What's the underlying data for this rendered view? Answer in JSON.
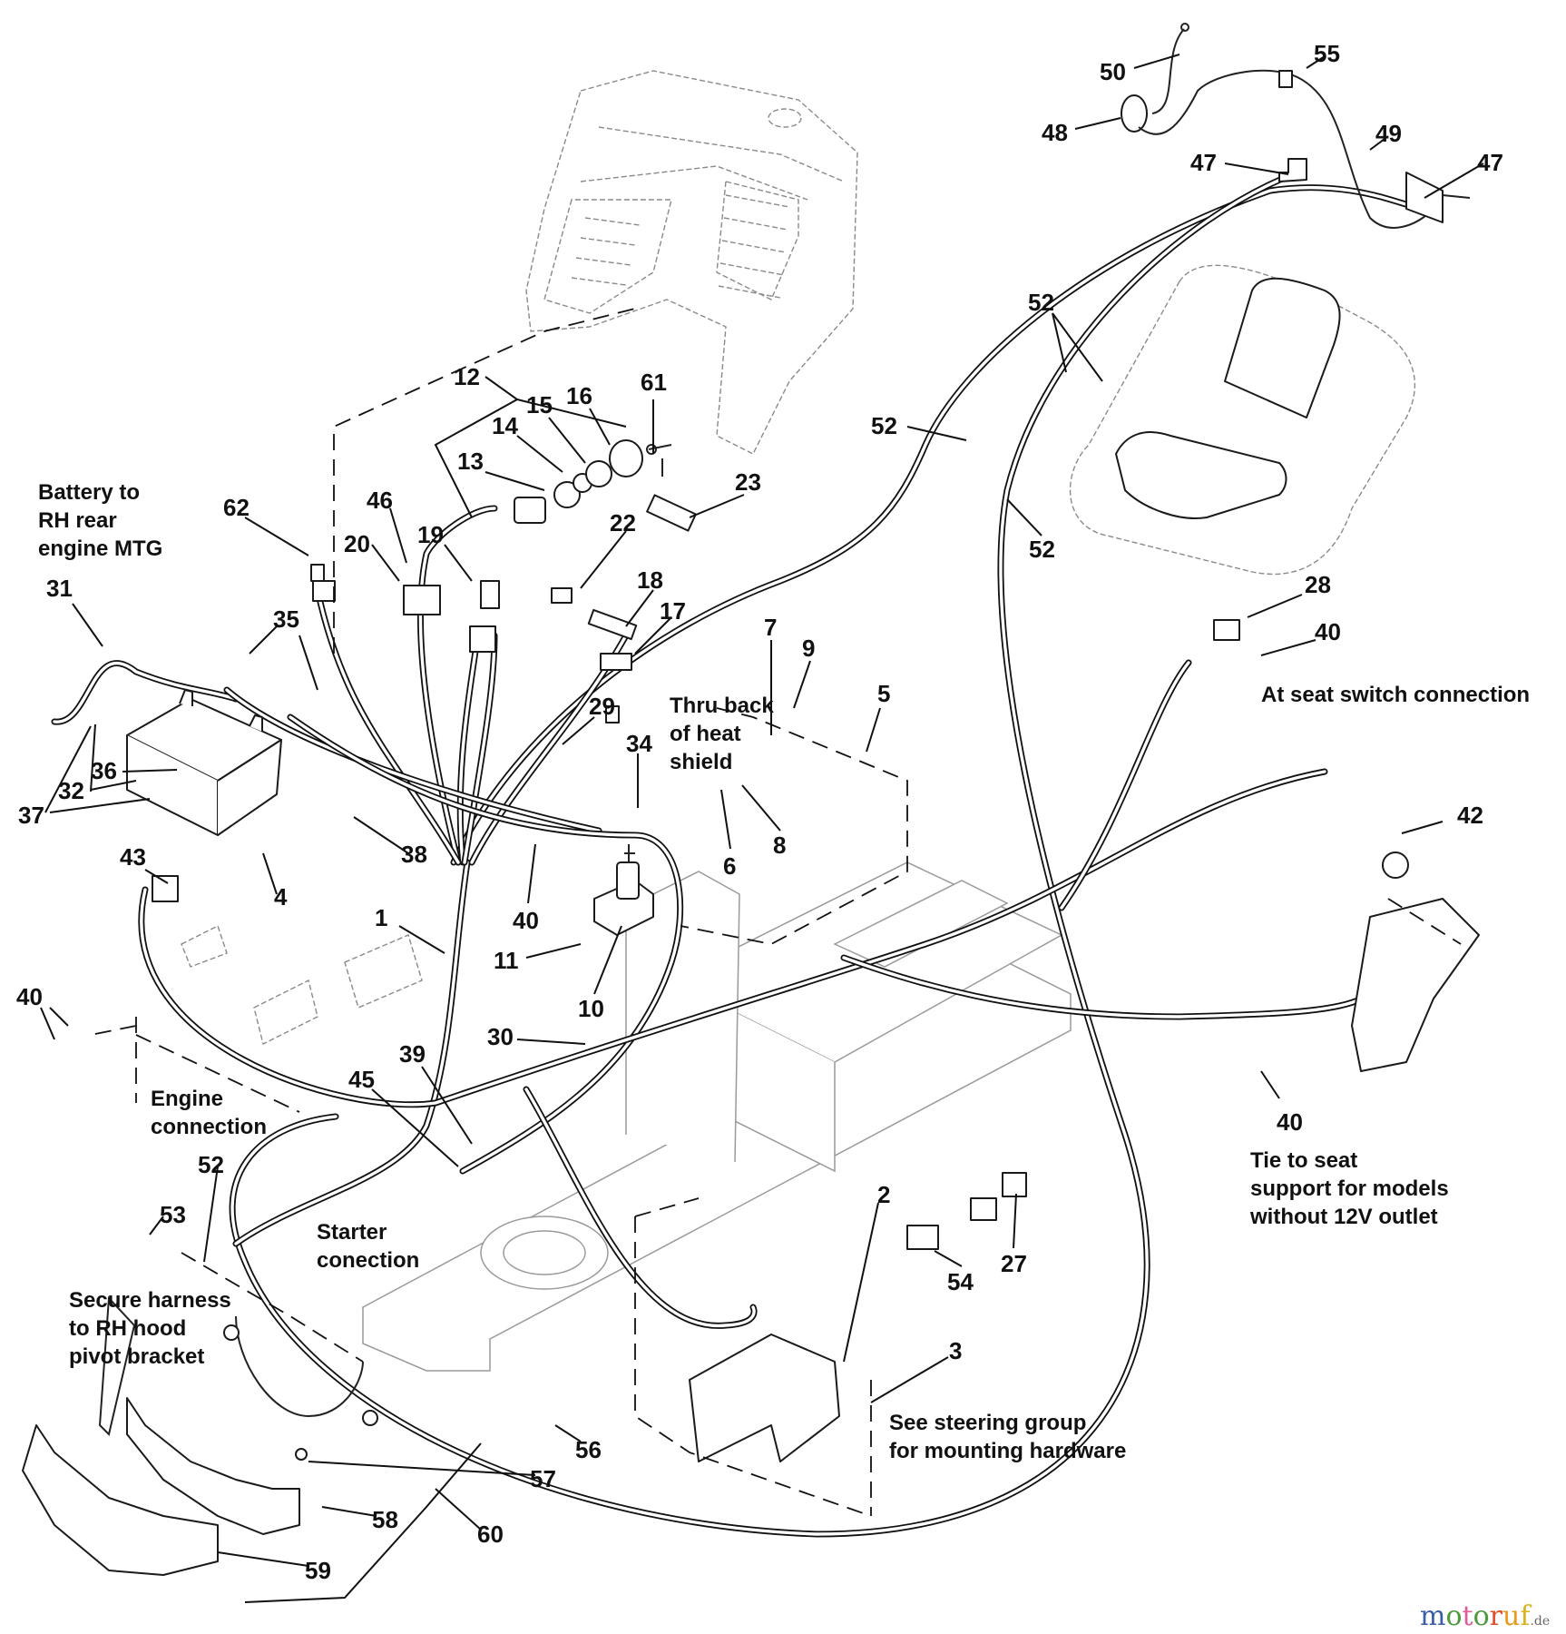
{
  "diagram": {
    "title": "Wiring harness / electrical system exploded parts diagram",
    "callouts": [
      {
        "id": "c50",
        "label": "50"
      },
      {
        "id": "c55",
        "label": "55"
      },
      {
        "id": "c48",
        "label": "48"
      },
      {
        "id": "c49",
        "label": "49"
      },
      {
        "id": "c47a",
        "label": "47"
      },
      {
        "id": "c47b",
        "label": "47"
      },
      {
        "id": "c52a",
        "label": "52"
      },
      {
        "id": "c52b",
        "label": "52"
      },
      {
        "id": "c52c",
        "label": "52"
      },
      {
        "id": "c52d",
        "label": "52"
      },
      {
        "id": "c12",
        "label": "12"
      },
      {
        "id": "c61",
        "label": "61"
      },
      {
        "id": "c16",
        "label": "16"
      },
      {
        "id": "c15",
        "label": "15"
      },
      {
        "id": "c14",
        "label": "14"
      },
      {
        "id": "c13",
        "label": "13"
      },
      {
        "id": "c23",
        "label": "23"
      },
      {
        "id": "c22",
        "label": "22"
      },
      {
        "id": "c18",
        "label": "18"
      },
      {
        "id": "c17",
        "label": "17"
      },
      {
        "id": "c19",
        "label": "19"
      },
      {
        "id": "c46",
        "label": "46"
      },
      {
        "id": "c20",
        "label": "20"
      },
      {
        "id": "c62",
        "label": "62"
      },
      {
        "id": "c31",
        "label": "31"
      },
      {
        "id": "c35",
        "label": "35"
      },
      {
        "id": "c36",
        "label": "36"
      },
      {
        "id": "c32",
        "label": "32"
      },
      {
        "id": "c37",
        "label": "37"
      },
      {
        "id": "c4",
        "label": "4"
      },
      {
        "id": "c38",
        "label": "38"
      },
      {
        "id": "c43",
        "label": "43"
      },
      {
        "id": "c29",
        "label": "29"
      },
      {
        "id": "c34",
        "label": "34"
      },
      {
        "id": "c7",
        "label": "7"
      },
      {
        "id": "c9",
        "label": "9"
      },
      {
        "id": "c5",
        "label": "5"
      },
      {
        "id": "c6",
        "label": "6"
      },
      {
        "id": "c8",
        "label": "8"
      },
      {
        "id": "c40a",
        "label": "40"
      },
      {
        "id": "c1",
        "label": "1"
      },
      {
        "id": "c11",
        "label": "11"
      },
      {
        "id": "c10",
        "label": "10"
      },
      {
        "id": "c30",
        "label": "30"
      },
      {
        "id": "c39",
        "label": "39"
      },
      {
        "id": "c45",
        "label": "45"
      },
      {
        "id": "c40b",
        "label": "40"
      },
      {
        "id": "c53",
        "label": "53"
      },
      {
        "id": "c28",
        "label": "28"
      },
      {
        "id": "c40c",
        "label": "40"
      },
      {
        "id": "c42",
        "label": "42"
      },
      {
        "id": "c40d",
        "label": "40"
      },
      {
        "id": "c54",
        "label": "54"
      },
      {
        "id": "c27",
        "label": "27"
      },
      {
        "id": "c2",
        "label": "2"
      },
      {
        "id": "c3",
        "label": "3"
      },
      {
        "id": "c56",
        "label": "56"
      },
      {
        "id": "c57",
        "label": "57"
      },
      {
        "id": "c58",
        "label": "58"
      },
      {
        "id": "c59",
        "label": "59"
      },
      {
        "id": "c60",
        "label": "60"
      }
    ],
    "notes": {
      "battery": [
        "Battery to",
        "RH rear",
        "engine MTG"
      ],
      "heat_shield": [
        "Thru back",
        "of heat",
        "shield"
      ],
      "seat_switch": [
        "At seat switch connection"
      ],
      "engine": [
        "Engine",
        "connection"
      ],
      "starter": [
        "Starter",
        "conection"
      ],
      "secure": [
        "Secure harness",
        "to RH hood",
        "pivot bracket"
      ],
      "tie_seat": [
        "Tie to seat",
        "support for models",
        "without 12V outlet"
      ],
      "steering": [
        "See steering group",
        "for mounting hardware"
      ]
    }
  },
  "watermark": {
    "letters": [
      {
        "ch": "m",
        "color": "#3b5ea8"
      },
      {
        "ch": "o",
        "color": "#4c9a3c"
      },
      {
        "ch": "t",
        "color": "#de5c97"
      },
      {
        "ch": "o",
        "color": "#4c9a3c"
      },
      {
        "ch": "r",
        "color": "#e0502a"
      },
      {
        "ch": "u",
        "color": "#e79a22"
      },
      {
        "ch": "f",
        "color": "#dcb21e"
      }
    ],
    "suffix": ".de"
  }
}
